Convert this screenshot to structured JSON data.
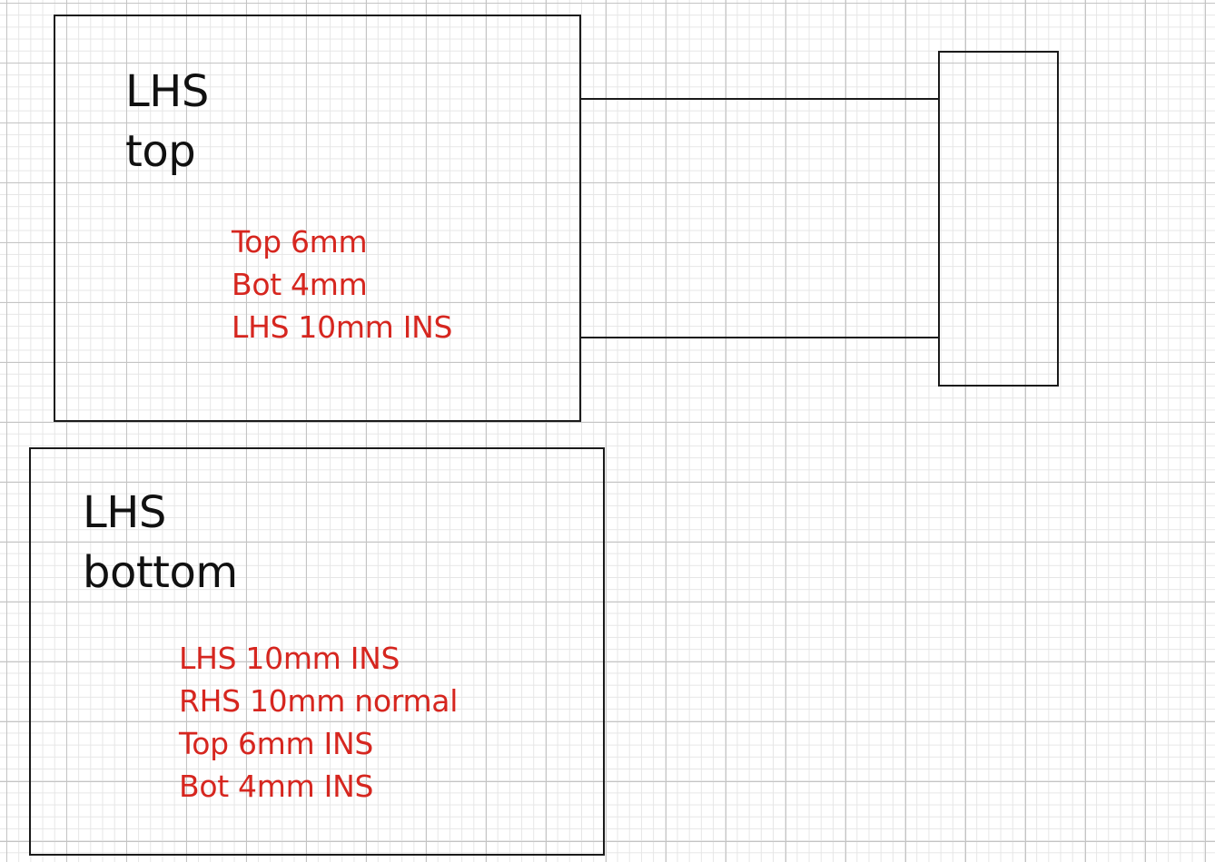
{
  "colors": {
    "stroke": "#1a1a1a",
    "title_text": "#111111",
    "note_text": "#d6261f"
  },
  "top_box": {
    "title": [
      "LHS",
      "top"
    ],
    "notes": [
      "Top 6mm",
      "Bot 4mm",
      "LHS 10mm INS"
    ]
  },
  "bottom_box": {
    "title": [
      "LHS",
      "bottom"
    ],
    "notes": [
      "LHS 10mm INS",
      "RHS 10mm normal",
      "Top 6mm INS",
      "Bot 4mm INS"
    ]
  }
}
